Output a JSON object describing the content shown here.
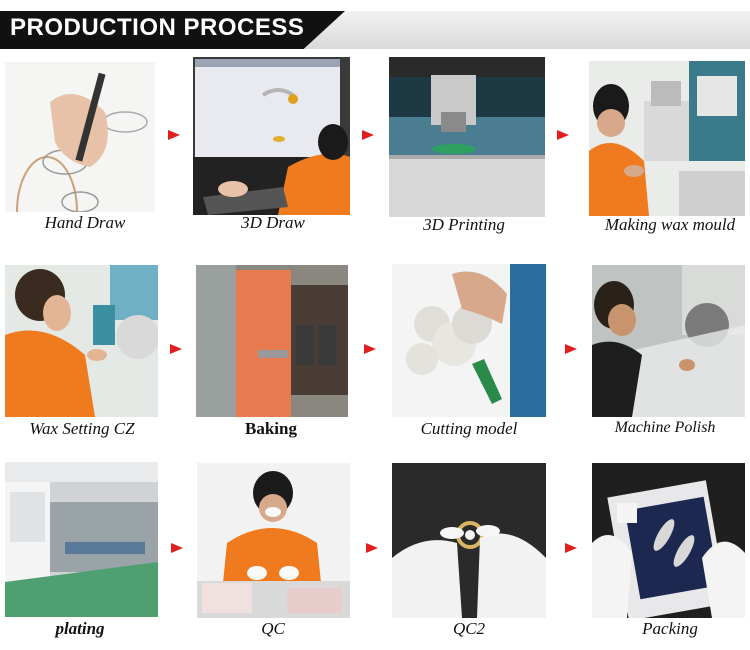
{
  "header": {
    "title": "PRODUCTION PROCESS"
  },
  "steps": [
    {
      "label": "Hand Draw"
    },
    {
      "label": "3D Draw"
    },
    {
      "label": "3D Printing"
    },
    {
      "label": "Making wax mould"
    },
    {
      "label": "Wax Setting CZ"
    },
    {
      "label": "Baking"
    },
    {
      "label": "Cutting model"
    },
    {
      "label": "Machine Polish"
    },
    {
      "label": "plating"
    },
    {
      "label": "QC"
    },
    {
      "label": "QC2"
    },
    {
      "label": "Packing"
    }
  ],
  "colors": {
    "arrow": "#e02020",
    "header_bg": "#111111",
    "worker_uniform": "#f07a1e"
  },
  "icons": [
    "arrow-right-icon"
  ]
}
